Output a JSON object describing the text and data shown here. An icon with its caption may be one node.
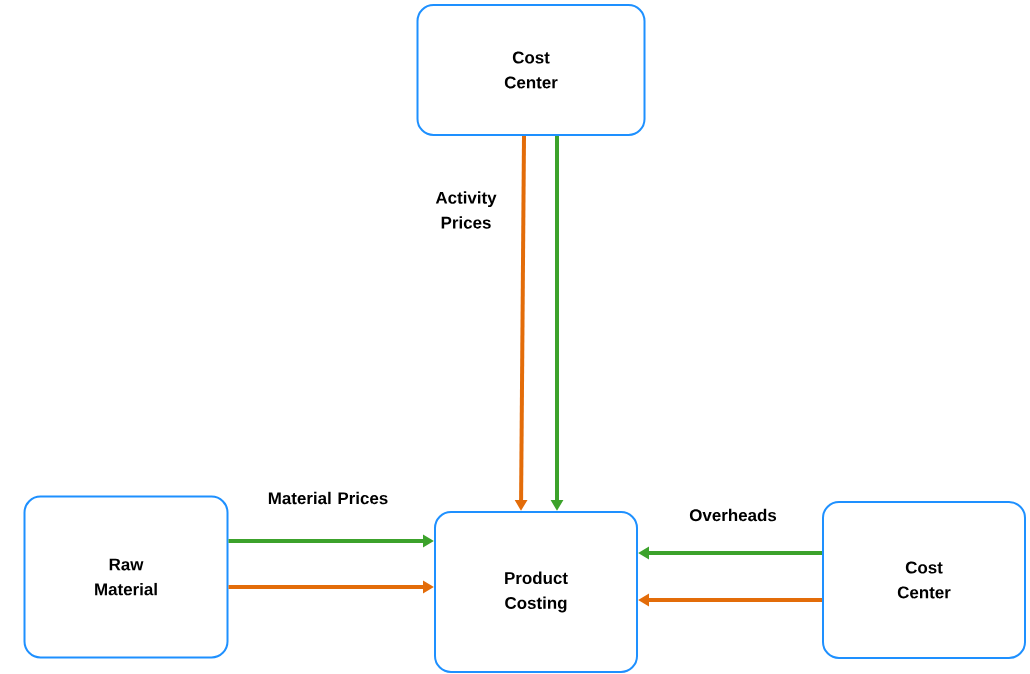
{
  "diagram": {
    "nodes": [
      {
        "text": [
          "Cost Center"
        ]
      },
      {
        "text": [
          "Raw Material"
        ]
      },
      {
        "text": [
          "Product Costing"
        ]
      },
      {
        "text": [
          "Cost Center"
        ]
      }
    ],
    "edges": [
      {
        "from": 0,
        "to": 2,
        "arrow": "to",
        "label": "Activity Prices",
        "color": "#e36c09"
      },
      {
        "from": 0,
        "to": 2,
        "arrow": "to",
        "color": "#3ca22b"
      },
      {
        "from": 1,
        "to": 2,
        "arrow": "to",
        "label": "Material Prices",
        "color": "#3ca22b"
      },
      {
        "from": 1,
        "to": 2,
        "arrow": "to",
        "color": "#e36c09"
      },
      {
        "from": 3,
        "to": 2,
        "arrow": "to",
        "label": "Overheads",
        "color": "#3ca22b"
      },
      {
        "from": 3,
        "to": 2,
        "arrow": "to",
        "color": "#e36c09"
      }
    ]
  }
}
